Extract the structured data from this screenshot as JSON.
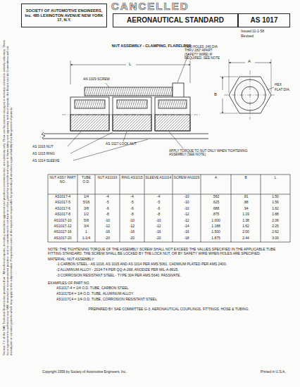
{
  "diagram": {
    "nodes": [
      {
        "text": [
          "SOCIETY OF AUTOMOTIVE ENGINEERS, Inc. 485 LEXINGTON AVENUE NEW YORK 17, N.Y."
        ]
      },
      {
        "text": [
          "AERONAUTICAL STANDARD"
        ]
      },
      {
        "text": [
          "AS 1017"
        ]
      }
    ],
    "labels": [
      "CANCELLED",
      "Issued 11-1-58",
      "Revised",
      "NUT ASSEMBLY - CLAMPING, FLARELESS",
      "L",
      "TWO HOLES .040 DIA THRU 180° APART (SAFETY WIRE) IF REQUIRED, SEE NOTE",
      "AN 1029 SCREW",
      "A",
      "B",
      "HEX",
      "FLAT DIA.",
      "AS 1027 LOCK NUT",
      "AS 1016 NUT",
      "AS 1015 RING",
      "AS 1014 SLEEVE",
      "APPLY TORQUE TO NUT ONLY WHEN TIGHTENING ASSEMBLY (SEE NOTE)",
      "NUT ASSY PART NO.",
      "TUBE O.D.",
      "NUT AS1016",
      "RING AS1015",
      "SLEEVE AS1014",
      "SCREW AN1029",
      "A",
      "B",
      "L",
      "AS1017-4",
      "1/4",
      "-4",
      "-4",
      "-4",
      "-10",
      ".562",
      ".81",
      "1.50",
      "AS1017-5",
      "5/16",
      "-5",
      "-5",
      "-5",
      "-10",
      ".625",
      ".88",
      "1.56",
      "AS1017-6",
      "3/8",
      "-6",
      "-6",
      "-6",
      "-10",
      ".688",
      ".94",
      "1.62",
      "AS1017-8",
      "1/2",
      "-8",
      "-8",
      "-8",
      "-12",
      ".875",
      "1.19",
      "1.88",
      "AS1017-10",
      "5/8",
      "-10",
      "-10",
      "-10",
      "-12",
      "1.000",
      "1.38",
      "2.06",
      "AS1017-12",
      "3/4",
      "-12",
      "-12",
      "-12",
      "-14",
      "1.188",
      "1.62",
      "2.25",
      "AS1017-16",
      "1",
      "-16",
      "-16",
      "-16",
      "-16",
      "1.500",
      "2.00",
      "2.62",
      "AS1017-20",
      "1-1/4",
      "-20",
      "-20",
      "-20",
      "-18",
      "1.875",
      "2.44",
      "3.00",
      "NOTE: THE TIGHTENING TORQUE OF THE ASSEMBLY SCREW SHALL NOT EXCEED THE VALUES SPECIFIED IN THE APPLICABLE TUBE FITTING STANDARD. THE SCREW SHALL BE LOCKED BY THE LOCK NUT, OR BY SAFETY WIRE WHEN HOLES ARE SPECIFIED.",
      "MATERIAL: NUT ASSEMBLY:",
      "-1 CARBON STEEL - AS 1016, AS 1015 AND AS 1014 PER AMS 5061, CADMIUM PLATED PER AMS 2400.",
      "-2 ALUMINUM ALLOY - 2024-T4 PER QQ-A-268, ANODIZE PER MIL-A-8625.",
      "-3 CORROSION RESISTANT STEEL - TYPE 304 PER AMS 5640, PASSIVATE.",
      "EXAMPLES OF PART NO.",
      "AS1017-4 = 1/4 O.D. TUBE, CARBON STEEL",
      "AS1017D4 = 1/4 O.D. TUBE, ALUMINUM ALLOY",
      "AS1017C4 = 1/4 O.D. TUBE, CORROSION RESISTANT STEEL",
      "PREPARED BY SAE COMMITTEE G-3, AERONAUTICAL COUPLINGS, FITTINGS, HOSE & TUBING",
      "Copyright 1959 by Society of Automotive Engineers, Inc.",
      "Printed in U.S.A.",
      "Section 7.4 of the SAE Technical Board rules provides that: \"All technical reports, including standards approved and practices recommended, are advisory only. Their use by anyone engaged in industry or trade is entirely voluntary. There is no agreement to adhere to any SAE standard or recommended practice, and no commitment to conform to or be guided by any technical report. In formulating and approving technical reports, the Board and its Committees will not investigate or consider patents which may apply to the subject matter. Prospective users of the report are responsible for protecting themselves against liability for infringement of patents.\""
    ]
  }
}
